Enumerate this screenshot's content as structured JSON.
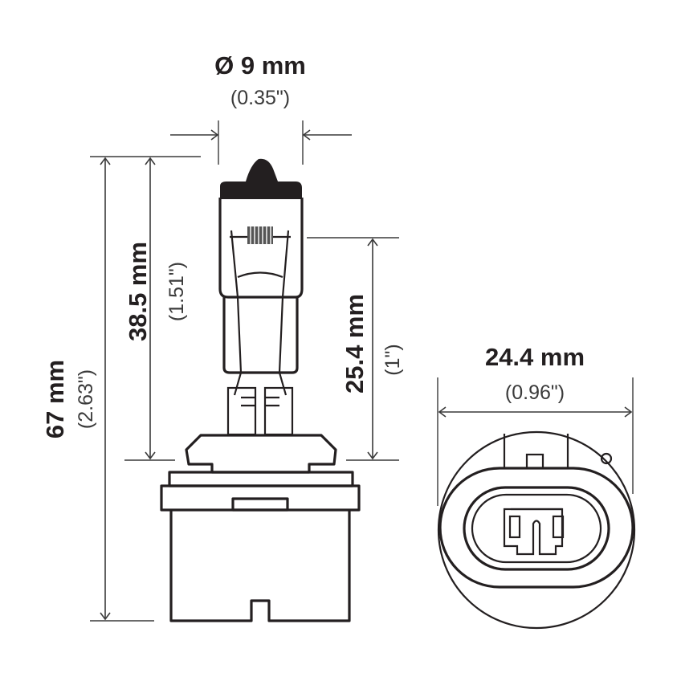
{
  "diagram": {
    "subject": "halogen bulb dimension drawing",
    "views": [
      "side-view",
      "base-end-view"
    ],
    "colors": {
      "line": "#231f20",
      "dimension_line": "#3a3a3a",
      "background": "#ffffff"
    }
  },
  "dimensions": {
    "diameter": {
      "label": "Ø 9 mm",
      "imperial": "(0.35\")"
    },
    "overall_height": {
      "label": "67 mm",
      "imperial": "(2.63\")"
    },
    "glass_height": {
      "label": "38.5 mm",
      "imperial": "(1.51\")"
    },
    "light_center": {
      "label": "25.4 mm",
      "imperial": "(1\")"
    },
    "base_width": {
      "label": "24.4 mm",
      "imperial": "(0.96\")"
    }
  }
}
